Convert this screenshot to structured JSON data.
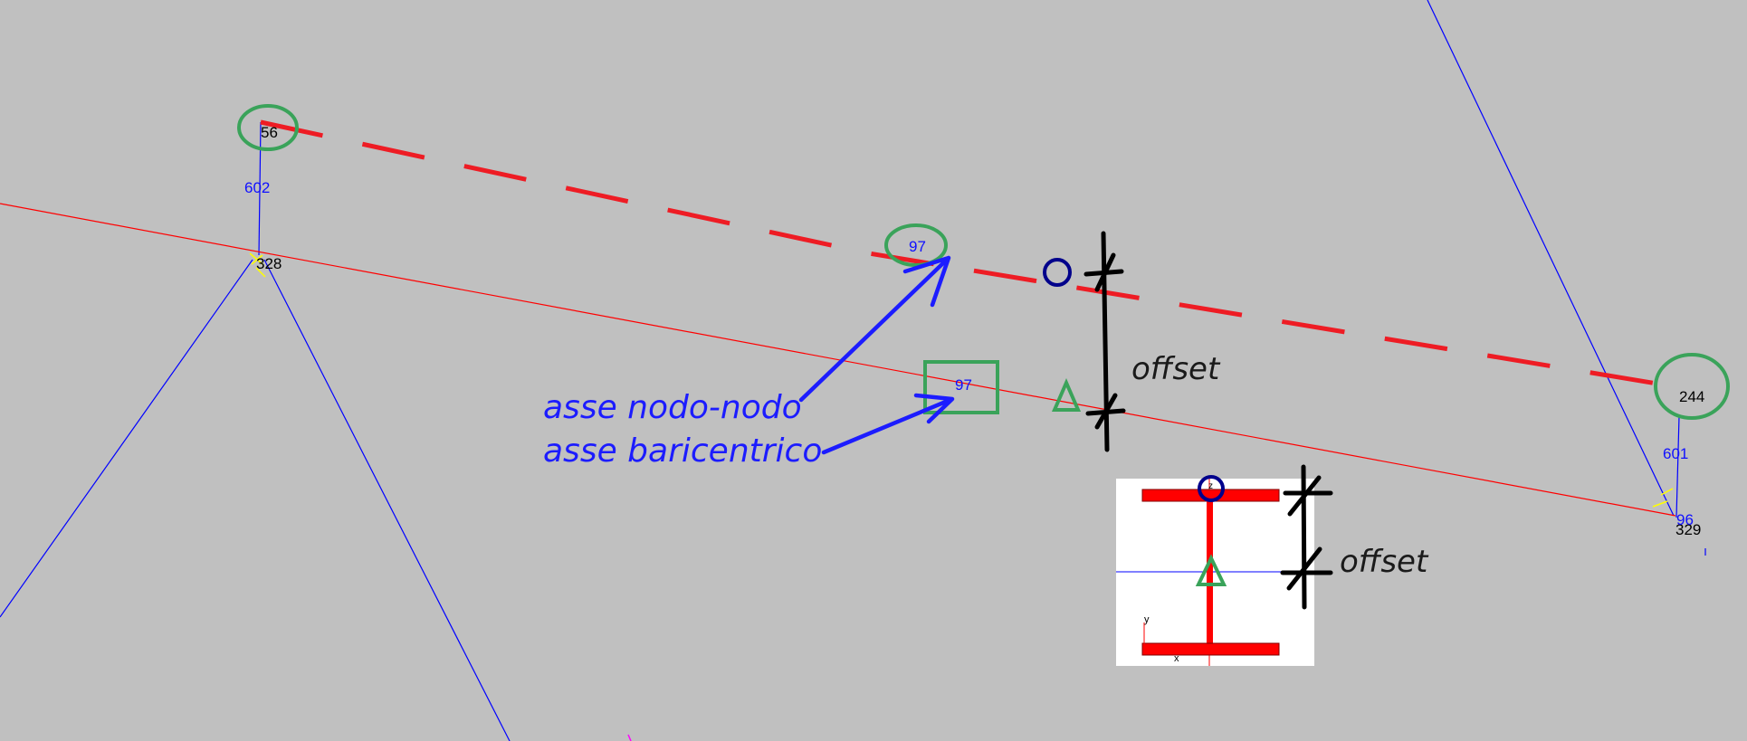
{
  "nodes": {
    "n56": "56",
    "n328": "328",
    "n244": "244",
    "n329": "329"
  },
  "elements": {
    "e602": "602",
    "e601": "601",
    "e97_top": "97",
    "e97_box": "97",
    "e96": "96"
  },
  "annotations": {
    "axis_node_node": "asse nodo-nodo",
    "axis_centroid": "asse baricentrico",
    "offset_main": "offset",
    "offset_section": "offset"
  },
  "section_inset": {
    "axis_y": "y",
    "axis_x": "x",
    "axis_z": "z"
  },
  "colors": {
    "background": "#c0c0c0",
    "member_line": "#ff0000",
    "node_node_axis": "#ee1c24",
    "element_line": "#0000ff",
    "highlight_green": "#3aa35a",
    "annotation_blue": "#1c1cff",
    "offset_black": "#000000",
    "section_fill": "#ff0000"
  }
}
